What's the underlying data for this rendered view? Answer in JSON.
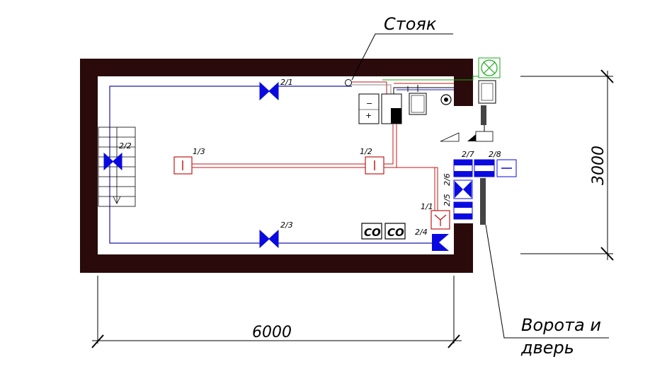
{
  "annotations": {
    "riser": "Стояк",
    "gate_door_line1": "Ворота и",
    "gate_door_line2": "дверь"
  },
  "dimensions": {
    "width": "6000",
    "height": "3000"
  },
  "device_labels": {
    "d2_1": "2/1",
    "d2_2": "2/2",
    "d2_3": "2/3",
    "d2_4": "2/4",
    "d2_5": "2/5",
    "d2_6": "2/6",
    "d2_7": "2/7",
    "d2_8": "2/8",
    "d1_1": "1/1",
    "d1_2": "1/2",
    "d1_3": "1/3"
  },
  "co_sensor_label": "CO",
  "panel_symbols": {
    "minus": "−",
    "plus": "+"
  },
  "colors": {
    "wall": "#2a0a0a",
    "blue_line": "#1a1aa8",
    "red_line": "#c01a1a",
    "device_blue": "#0a0ae0",
    "green_line": "#1aa81a"
  }
}
